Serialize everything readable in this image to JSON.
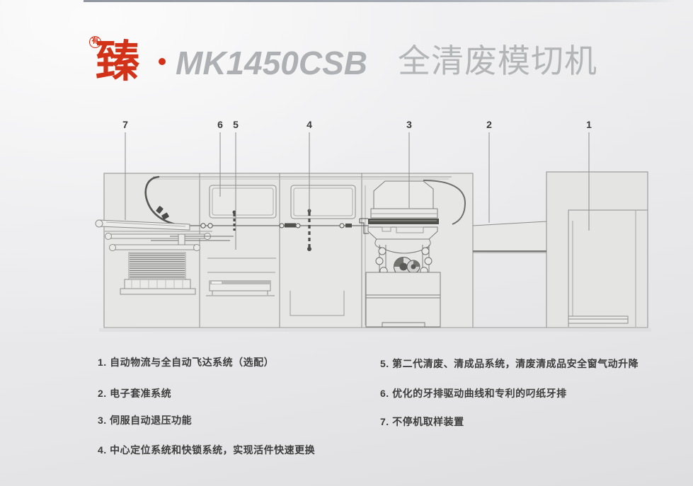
{
  "header": {
    "stamp_char": "有",
    "brand_char": "臻",
    "model": "MK1450CSB",
    "product_name": "全清废模切机",
    "brand_color": "#d23218",
    "title_gray": "#aeb0b3"
  },
  "diagram": {
    "callout_numbers": [
      "7",
      "6",
      "5",
      "4",
      "3",
      "2",
      "1"
    ]
  },
  "features": {
    "left": [
      "1. 自动物流与全自动飞达系统（选配）",
      "2. 电子套准系统",
      "3. 伺服自动退压功能",
      "4. 中心定位系统和快锁系统，实现活件快速更换"
    ],
    "right": [
      "5. 第二代清废、清成品系统，清废清成品安全窗气动升降",
      "6. 优化的牙排驱动曲线和专利的叼纸牙排",
      "7. 不停机取样装置"
    ]
  }
}
